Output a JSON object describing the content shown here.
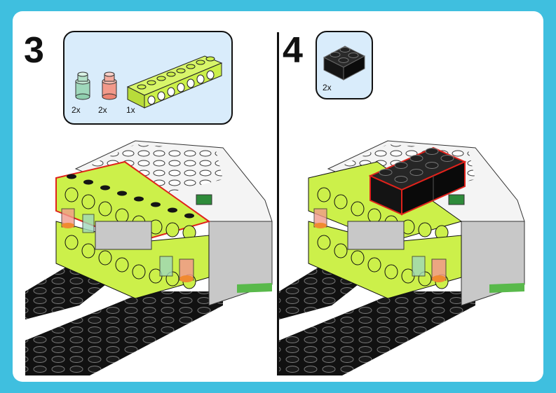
{
  "step3": {
    "number": "3",
    "parts": [
      {
        "name": "transparent-green-round-1x1",
        "qty": "2x",
        "color": "#8fd3b0"
      },
      {
        "name": "transparent-red-round-1x1",
        "qty": "2x",
        "color": "#f08a7a"
      },
      {
        "name": "lime-technic-beam-1x8",
        "qty": "1x",
        "color": "#ccf04a"
      }
    ]
  },
  "step4": {
    "number": "4",
    "parts": [
      {
        "name": "black-brick-2x2",
        "qty": "2x",
        "color": "#111111"
      }
    ]
  },
  "colors": {
    "background": "#3fbfdf",
    "panel": "#ffffff",
    "parts_box": "#d9ecfb",
    "lime": "#ccf04a",
    "black": "#111111",
    "hub_white": "#f4f4f4",
    "hub_grey": "#c8c8c8",
    "highlight": "#e0221b"
  }
}
